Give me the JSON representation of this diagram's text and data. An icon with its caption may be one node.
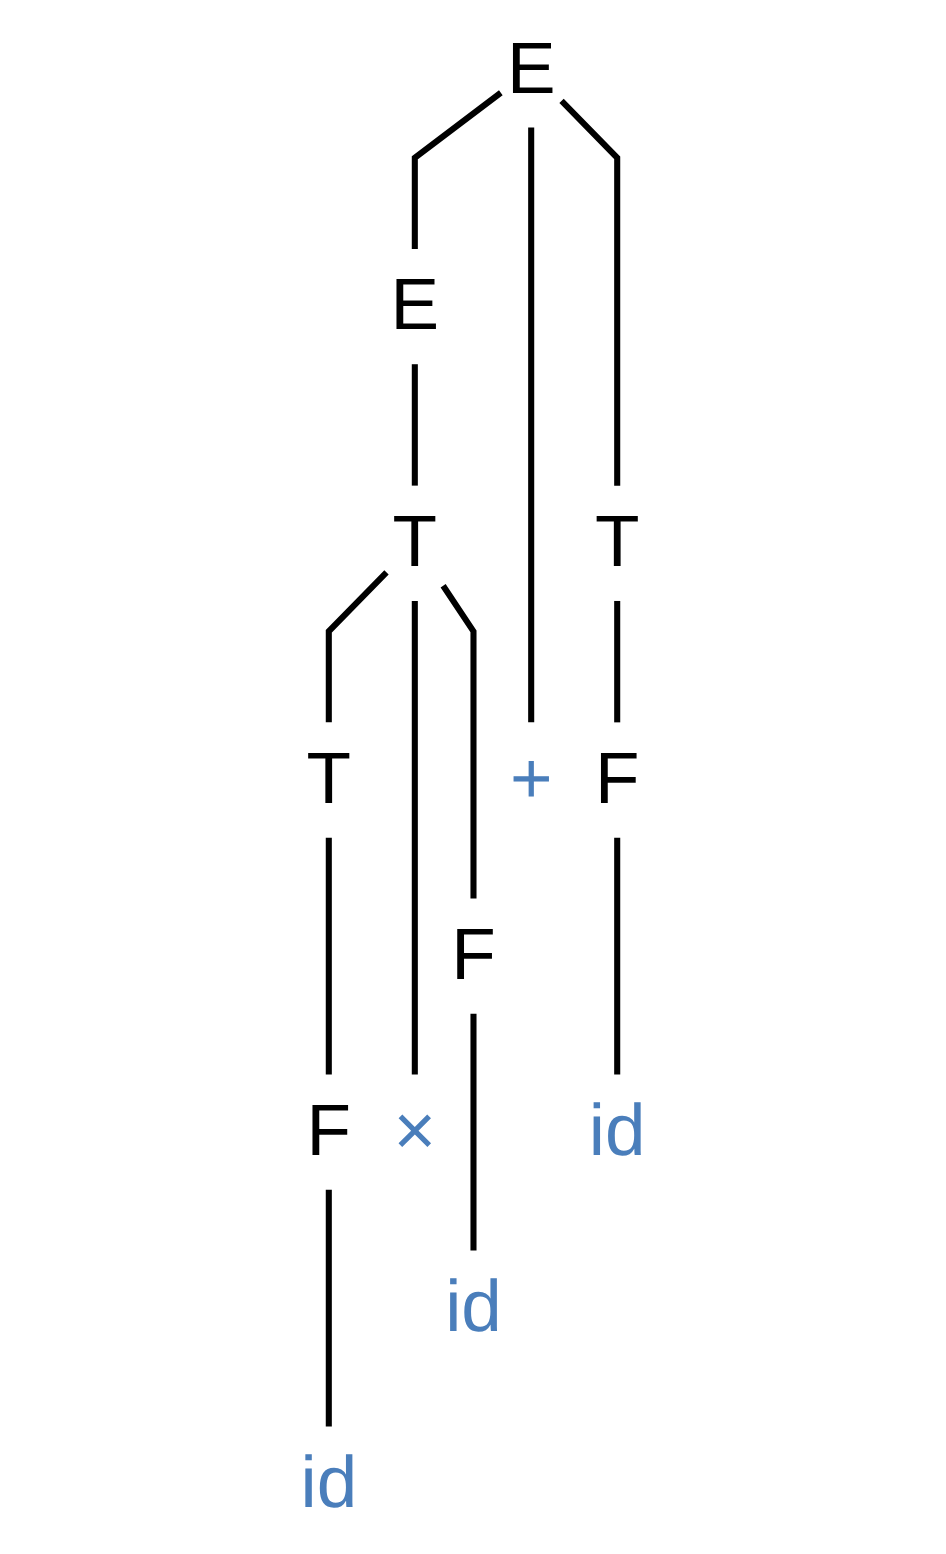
{
  "diagram": {
    "nodes": [
      {
        "text": [
          "E"
        ]
      },
      {
        "text": [
          "E"
        ]
      },
      {
        "text": [
          "T"
        ]
      },
      {
        "text": [
          "T"
        ]
      },
      {
        "text": [
          "T"
        ]
      },
      {
        "text": [
          "F"
        ]
      },
      {
        "text": [
          "F"
        ]
      },
      {
        "text": [
          "F"
        ]
      },
      {
        "text": [
          "id"
        ]
      },
      {
        "text": [
          "×"
        ]
      },
      {
        "text": [
          "id"
        ]
      },
      {
        "text": [
          "+"
        ]
      },
      {
        "text": [
          "id"
        ]
      }
    ],
    "edges": [
      {
        "from": 0,
        "to": 1,
        "arrow": "none"
      },
      {
        "from": 0,
        "to": 11,
        "arrow": "none"
      },
      {
        "from": 0,
        "to": 4,
        "arrow": "none"
      },
      {
        "from": 1,
        "to": 2,
        "arrow": "none"
      },
      {
        "from": 2,
        "to": 3,
        "arrow": "none"
      },
      {
        "from": 2,
        "to": 9,
        "arrow": "none"
      },
      {
        "from": 2,
        "to": 6,
        "arrow": "none"
      },
      {
        "from": 3,
        "to": 5,
        "arrow": "none"
      },
      {
        "from": 4,
        "to": 7,
        "arrow": "none"
      },
      {
        "from": 5,
        "to": 8,
        "arrow": "none"
      },
      {
        "from": 6,
        "to": 10,
        "arrow": "none"
      },
      {
        "from": 7,
        "to": 12,
        "arrow": "none"
      }
    ]
  }
}
